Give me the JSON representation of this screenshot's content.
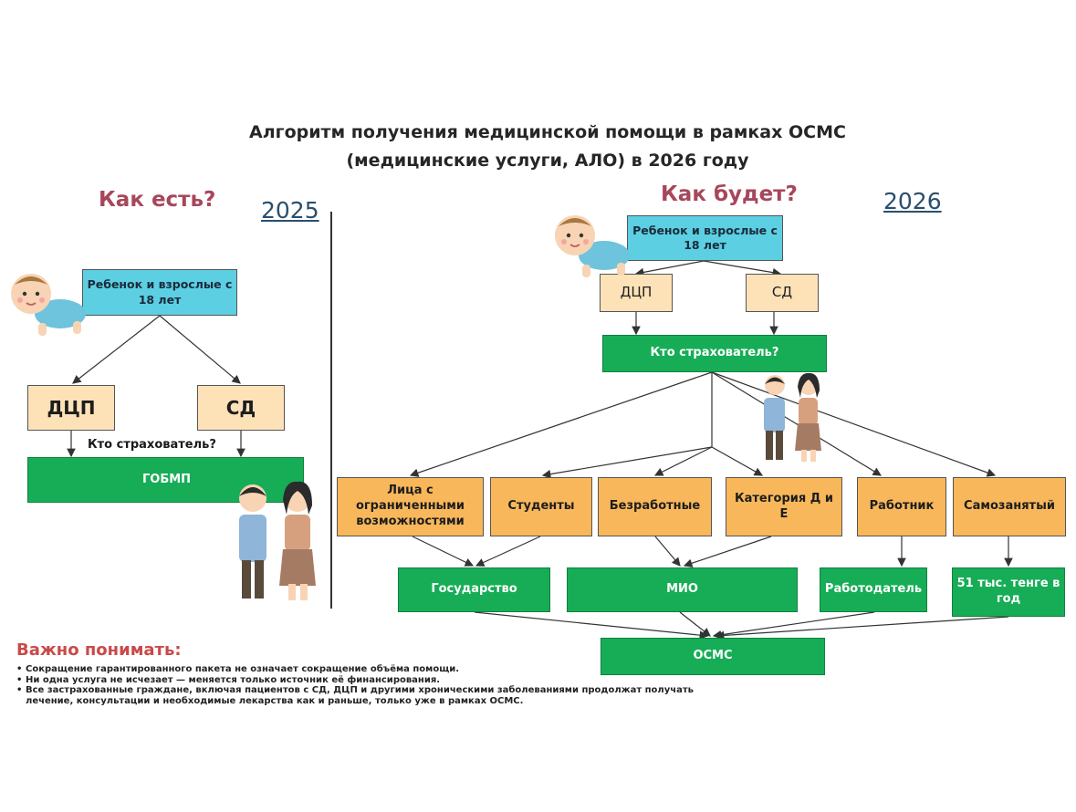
{
  "title": {
    "line1": "Алгоритм получения медицинской помощи в рамках ОСМС",
    "line2": "(медицинские услуги, АЛО) в 2026 году"
  },
  "left": {
    "heading": "Как есть?",
    "year": "2025",
    "patients": "Ребенок и взрослые с 18 лет",
    "dcp": "ДЦП",
    "sd": "СД",
    "insurer_label": "Кто страхователь?",
    "gobmp": "ГОБМП"
  },
  "right": {
    "heading": "Как будет?",
    "year": "2026",
    "patients": "Ребенок и взрослые с 18 лет",
    "dcp": "ДЦП",
    "sd": "СД",
    "insurer": "Кто страхователь?",
    "categories": [
      "Лица с ограниченными возможностями",
      "Студенты",
      "Безработные",
      "Категория Д и Е",
      "Работник",
      "Самозанятый"
    ],
    "payers": {
      "state": "Государство",
      "mio": "МИО",
      "employer": "Работодатель",
      "selfpay": "51 тыс. тенге в год"
    },
    "osms": "ОСМС"
  },
  "notes": {
    "title": "Важно понимать:",
    "items": [
      "Сокращение гарантированного пакета не означает сокращение объёма помощи.",
      "Ни одна услуга не исчезает — меняется только источник её финансирования.",
      "Все застрахованные граждане, включая пациентов с СД, ДЦП и другими хроническими заболеваниями продолжат получать лечение, консультации и необходимые лекарства как и раньше, только уже в рамках ОСМС."
    ]
  },
  "colors": {
    "cyan": "#5ccfe3",
    "peach": "#fde2b8",
    "orange": "#f8b75b",
    "green": "#17ad57",
    "heading": "#a7475b",
    "note_title": "#c94a4a"
  }
}
